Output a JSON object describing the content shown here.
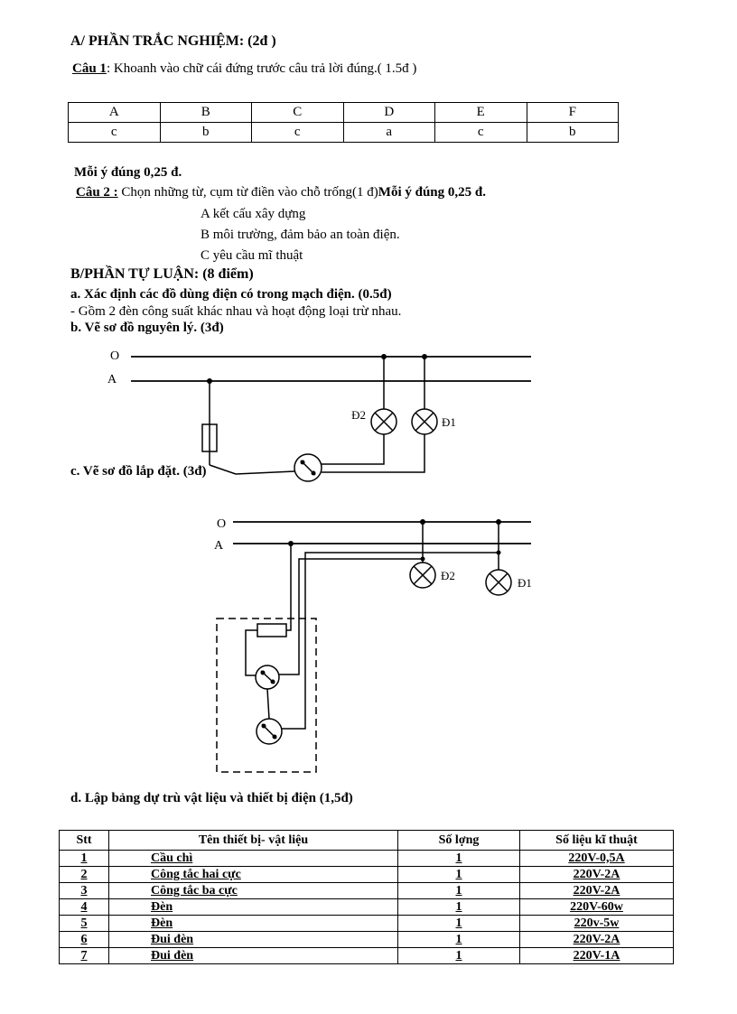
{
  "section_a": {
    "title": "A/ PHẦN TRẮC NGHIỆM: (2đ )",
    "q1_label": "Câu 1",
    "q1_text": ": Khoanh vào chữ cái đứng trước câu trả lời  đúng.( 1.5đ )",
    "scoring_note": "Mỗi ý đúng 0,25 đ.",
    "q2_label": "Câu 2 :",
    "q2_text": " Chọn những từ, cụm từ  điền vào chỗ trống(1  đ)",
    "q2_note": "Mỗi ý đúng 0,25 đ.",
    "options": [
      "A kết cấu xây dựng",
      "B môi trường,  đảm bảo an toàn điện.",
      "C yêu cầu mĩ thuật"
    ],
    "answer_table": {
      "headers": [
        "A",
        "B",
        "C",
        "D",
        "E",
        "F"
      ],
      "answers": [
        "c",
        "b",
        "c",
        "a",
        "c",
        "b"
      ]
    }
  },
  "section_b": {
    "title": "B/PHẦN  TỰ LUẬN: (8 điểm)",
    "item_a_heading": "a. Xác định các đồ dùng điện có trong mạch điện. (0.5đ)",
    "item_a_answer": "- Gồm 2 đèn công suất khác  nhau và hoạt động loại trừ nhau.",
    "item_b_heading": "b. Vẽ sơ đồ nguyên lý. (3đ)",
    "item_c_heading": "c. Vẽ sơ đồ lắp đặt. (3đ)",
    "item_d_heading": "d. Lập bảng dự trù vật liệu và thiết bị điện (1,5đ)"
  },
  "principle_diagram": {
    "line_o": "O",
    "line_a": "A",
    "lamp_2": "Đ2",
    "lamp_1": "Đ1"
  },
  "installation_diagram": {
    "line_o": "O",
    "line_a": "A",
    "lamp_2": "Đ2",
    "lamp_1": "Đ1"
  },
  "materials_table": {
    "headers": [
      "Stt",
      "Tên thiết bị- vật liệu",
      "Số lợng",
      "Số liệu kĩ thuật"
    ],
    "rows": [
      [
        "1",
        "Cầu chì",
        "1",
        "220V-0,5A"
      ],
      [
        "2",
        "Công tắc hai cực",
        "1",
        "220V-2A"
      ],
      [
        "3",
        "Công tắc ba cực",
        "1",
        "220V-2A"
      ],
      [
        "4",
        "Đèn",
        "1",
        "220V-60w"
      ],
      [
        "5",
        "Đèn",
        "1",
        "220v-5w"
      ],
      [
        "6",
        "Đui đèn",
        "1",
        "220V-2A"
      ],
      [
        "7",
        "Đui đèn",
        "1",
        "220V-1A"
      ]
    ]
  }
}
